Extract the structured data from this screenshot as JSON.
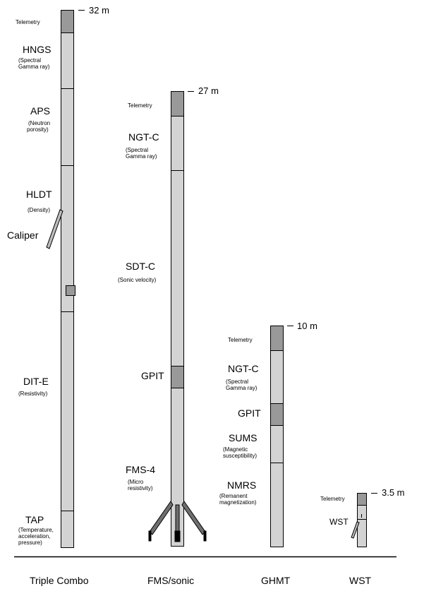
{
  "colors": {
    "segment": "#d3d3d3",
    "telemetry": "#999999",
    "outline": "#000000",
    "arm": "#6f6f6f"
  },
  "tools": {
    "triple_combo": {
      "name": "Triple Combo",
      "length": "32 m",
      "telemetry": "Telemetry",
      "caliper": "Caliper",
      "modules": [
        {
          "name": "HNGS",
          "desc": [
            "(Spectral",
            "Gamma ray)"
          ]
        },
        {
          "name": "APS",
          "desc": [
            "(Neutron",
            "porosity)"
          ]
        },
        {
          "name": "HLDT",
          "desc": [
            "(Density)"
          ]
        },
        {
          "name": "DIT-E",
          "desc": [
            "(Resistivity)"
          ]
        },
        {
          "name": "TAP",
          "desc": [
            "(Temperature,",
            "acceleration,",
            "pressure)"
          ]
        }
      ]
    },
    "fms_sonic": {
      "name": "FMS/sonic",
      "length": "27 m",
      "telemetry": "Telemetry",
      "modules": [
        {
          "name": "NGT-C",
          "desc": [
            "(Spectral",
            "Gamma ray)"
          ]
        },
        {
          "name": "SDT-C",
          "desc": [
            "(Sonic velocity)"
          ]
        },
        {
          "name": "GPIT",
          "desc": []
        },
        {
          "name": "FMS-4",
          "desc": [
            "(Micro",
            "resistivity)"
          ]
        }
      ]
    },
    "ghmt": {
      "name": "GHMT",
      "length": "10 m",
      "telemetry": "Telemetry",
      "modules": [
        {
          "name": "NGT-C",
          "desc": [
            "(Spectral",
            "Gamma ray)"
          ]
        },
        {
          "name": "GPIT",
          "desc": []
        },
        {
          "name": "SUMS",
          "desc": [
            "(Magnetic",
            "susceptibility)"
          ]
        },
        {
          "name": "NMRS",
          "desc": [
            "(Remanent",
            "magnetization)"
          ]
        }
      ]
    },
    "wst": {
      "name": "WST",
      "length": "3.5 m",
      "telemetry": "Telemetry",
      "modules": [
        {
          "name": "WST",
          "desc": []
        }
      ]
    }
  }
}
